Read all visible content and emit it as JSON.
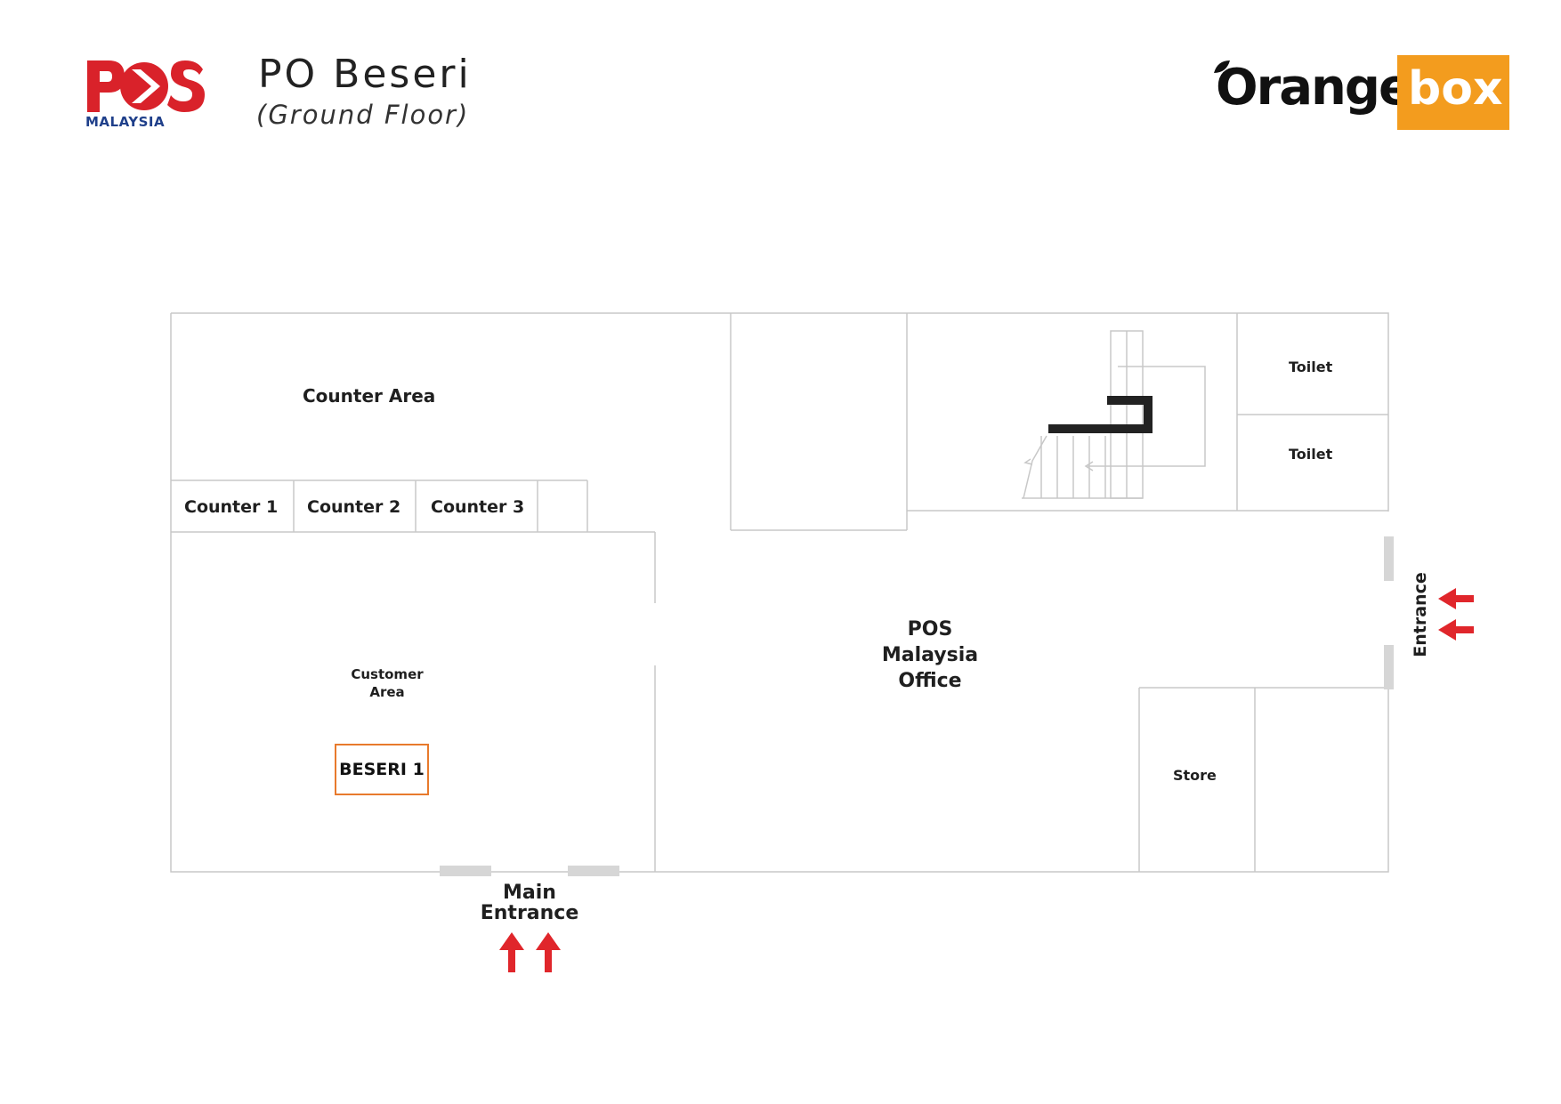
{
  "header": {
    "title": "PO Beseri",
    "subtitle": "(Ground Floor)"
  },
  "logos": {
    "pos_wordmark": "POS",
    "pos_country": "MALAYSIA",
    "partner_part1": "Orange",
    "partner_part2": "box"
  },
  "rooms": {
    "counter_area": "Counter Area",
    "counter_1": "Counter 1",
    "counter_2": "Counter 2",
    "counter_3": "Counter 3",
    "customer_area_line1": "Customer",
    "customer_area_line2": "Area",
    "office_line1": "POS",
    "office_line2": "Malaysia",
    "office_line3": "Office",
    "toilet_1": "Toilet",
    "toilet_2": "Toilet",
    "store": "Store"
  },
  "locker": {
    "label": "BESERI 1"
  },
  "entrances": {
    "main_line1": "Main",
    "main_line2": "Entrance",
    "side": "Entrance"
  },
  "colors": {
    "pos_red": "#d9222a",
    "pos_blue": "#1f3f8a",
    "orange": "#f39c1e",
    "arrow_red": "#e0262b",
    "wall": "#c8c8c8",
    "door": "#d6d6d6",
    "locker_border": "#e87a2c"
  }
}
